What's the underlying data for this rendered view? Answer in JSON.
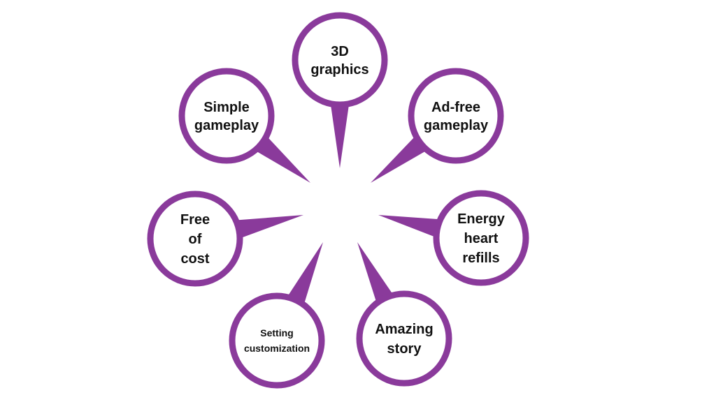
{
  "diagram": {
    "ring_color": "#8a3a9b",
    "fill_color": "#ffffff",
    "text_color": "#111111",
    "nodes": [
      {
        "id": "3d-graphics",
        "lines": [
          "3D",
          "graphics"
        ]
      },
      {
        "id": "ad-free-gameplay",
        "lines": [
          "Ad-free",
          "gameplay"
        ]
      },
      {
        "id": "energy-heart-refills",
        "lines": [
          "Energy",
          "heart",
          "refills"
        ]
      },
      {
        "id": "amazing-story",
        "lines": [
          "Amazing",
          "story"
        ]
      },
      {
        "id": "setting-customization",
        "lines": [
          "Setting",
          "customization"
        ]
      },
      {
        "id": "free-of-cost",
        "lines": [
          "Free",
          "of",
          "cost"
        ]
      },
      {
        "id": "simple-gameplay",
        "lines": [
          "Simple",
          "gameplay"
        ]
      }
    ]
  }
}
